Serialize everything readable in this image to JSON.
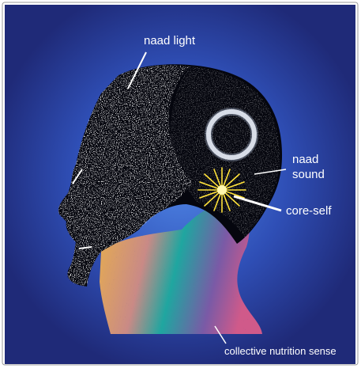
{
  "labels": {
    "naad_light": "naad light",
    "naad_sound_line1": "naad",
    "naad_sound_line2": "sound",
    "core_self": "core-self",
    "collective": "collective nutrition sense"
  },
  "colors": {
    "background_outer": "#1f2a78",
    "background_glow": "#3c6fd6",
    "head_speckle": "#ffffff",
    "head_dark": "#05060e",
    "ring": "#dfe8ff",
    "star": "#ffe23a",
    "neck_gradient": [
      "#e1a946",
      "#1fa6a0",
      "#7a5aa6",
      "#d05a8a"
    ],
    "border": "#9a9a9a"
  }
}
